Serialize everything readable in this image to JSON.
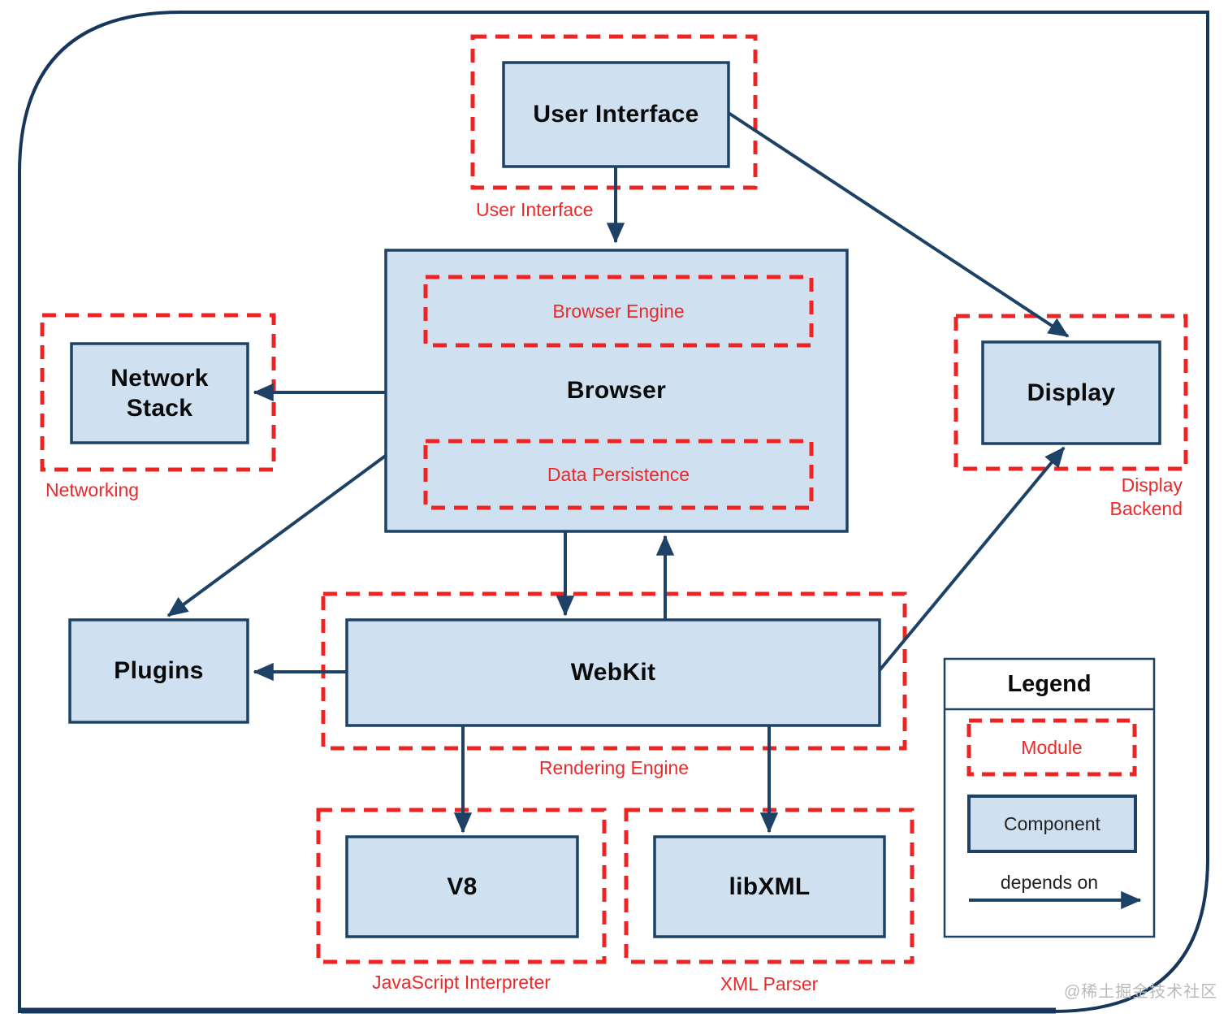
{
  "diagram": {
    "nodes": {
      "user_interface": "User Interface",
      "browser": "Browser",
      "network_stack": "Network Stack",
      "display": "Display",
      "plugins": "Plugins",
      "webkit": "WebKit",
      "v8": "V8",
      "libxml": "libXML"
    },
    "modules": {
      "user_interface": "User Interface",
      "browser_engine": "Browser Engine",
      "data_persistence": "Data Persistence",
      "networking": "Networking",
      "display_backend": "Display Backend",
      "rendering_engine": "Rendering Engine",
      "javascript_interpreter": "JavaScript Interpreter",
      "xml_parser": "XML Parser"
    },
    "edges": [
      {
        "from": "User Interface",
        "to": "Browser",
        "relation": "depends on"
      },
      {
        "from": "User Interface",
        "to": "Display",
        "relation": "depends on"
      },
      {
        "from": "Browser",
        "to": "Network Stack",
        "relation": "depends on"
      },
      {
        "from": "Browser",
        "to": "Plugins",
        "relation": "depends on"
      },
      {
        "from": "Browser",
        "to": "WebKit",
        "relation": "depends on"
      },
      {
        "from": "WebKit",
        "to": "Browser",
        "relation": "depends on"
      },
      {
        "from": "WebKit",
        "to": "Display",
        "relation": "depends on"
      },
      {
        "from": "WebKit",
        "to": "Plugins",
        "relation": "depends on"
      },
      {
        "from": "WebKit",
        "to": "V8",
        "relation": "depends on"
      },
      {
        "from": "WebKit",
        "to": "libXML",
        "relation": "depends on"
      }
    ],
    "legend": {
      "title": "Legend",
      "module_label": "Module",
      "component_label": "Component",
      "arrow_label": "depends on"
    },
    "watermark": "@稀土掘金技术社区",
    "colors": {
      "component_fill": "#cfe1f1",
      "component_border": "#1e4266",
      "module_red": "#ee2424",
      "module_text_red": "#e92a2a",
      "arrow": "#1e4266",
      "outer_border": "#16365c",
      "node_text": "#0a0a0a",
      "watermark_text": "#bababa"
    }
  }
}
